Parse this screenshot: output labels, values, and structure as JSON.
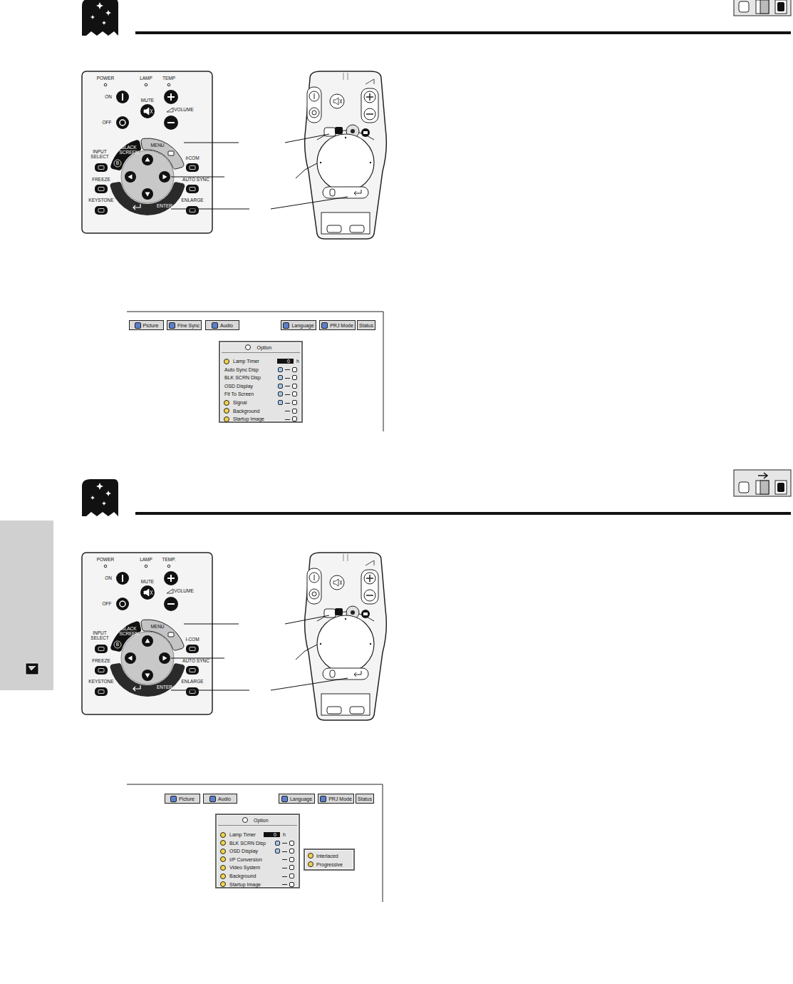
{
  "diagram": {
    "nodes": [
      {
        "text": [
          "Picture"
        ]
      },
      {
        "text": [
          "Fine Sync"
        ]
      },
      {
        "text": [
          "Audio"
        ]
      },
      {
        "text": [
          "Language"
        ]
      },
      {
        "text": [
          "PRJ Mode"
        ]
      },
      {
        "text": [
          "Status"
        ]
      },
      {
        "text": [
          "Option",
          "Lamp Timer",
          "0",
          "h",
          "Auto Sync Disp",
          "BLK SCRN Disp",
          "OSD Display",
          "Fit To Screen",
          "Signal",
          "Background",
          "Startup Image"
        ]
      },
      {
        "text": [
          "Picture"
        ]
      },
      {
        "text": [
          "Audio"
        ]
      },
      {
        "text": [
          "Language"
        ]
      },
      {
        "text": [
          "PRJ Mode"
        ]
      },
      {
        "text": [
          "Status"
        ]
      },
      {
        "text": [
          "Option",
          "Lamp Timer",
          "0",
          "h",
          "BLK SCRN Disp",
          "OSD Display",
          "I/P Conversion",
          "Video System",
          "Background",
          "Startup Image"
        ]
      },
      {
        "text": [
          "Interlaced",
          "Progressive"
        ]
      }
    ],
    "labels": [
      "POWER",
      "LAMP",
      "TEMP",
      "ON",
      "MUTE",
      "VOLUME",
      "OFF",
      "BLACK SCREEN",
      "B",
      "MENU",
      "INPUT SELECT",
      "IrCOM",
      "FREEZE",
      "AUTO SYNC",
      "KEYSTONE",
      "ENLARGE",
      "ENTER",
      "POWER",
      "LAMP",
      "TEMP.",
      "ON",
      "MUTE",
      "VOLUME",
      "OFF",
      "BLACK SCREEN",
      "B",
      "MENU",
      "INPUT SELECT",
      "I-COM",
      "FREEZE",
      "AUTO SYNC",
      "KEYSTONE",
      "ENLARGE",
      "ENTER"
    ]
  }
}
